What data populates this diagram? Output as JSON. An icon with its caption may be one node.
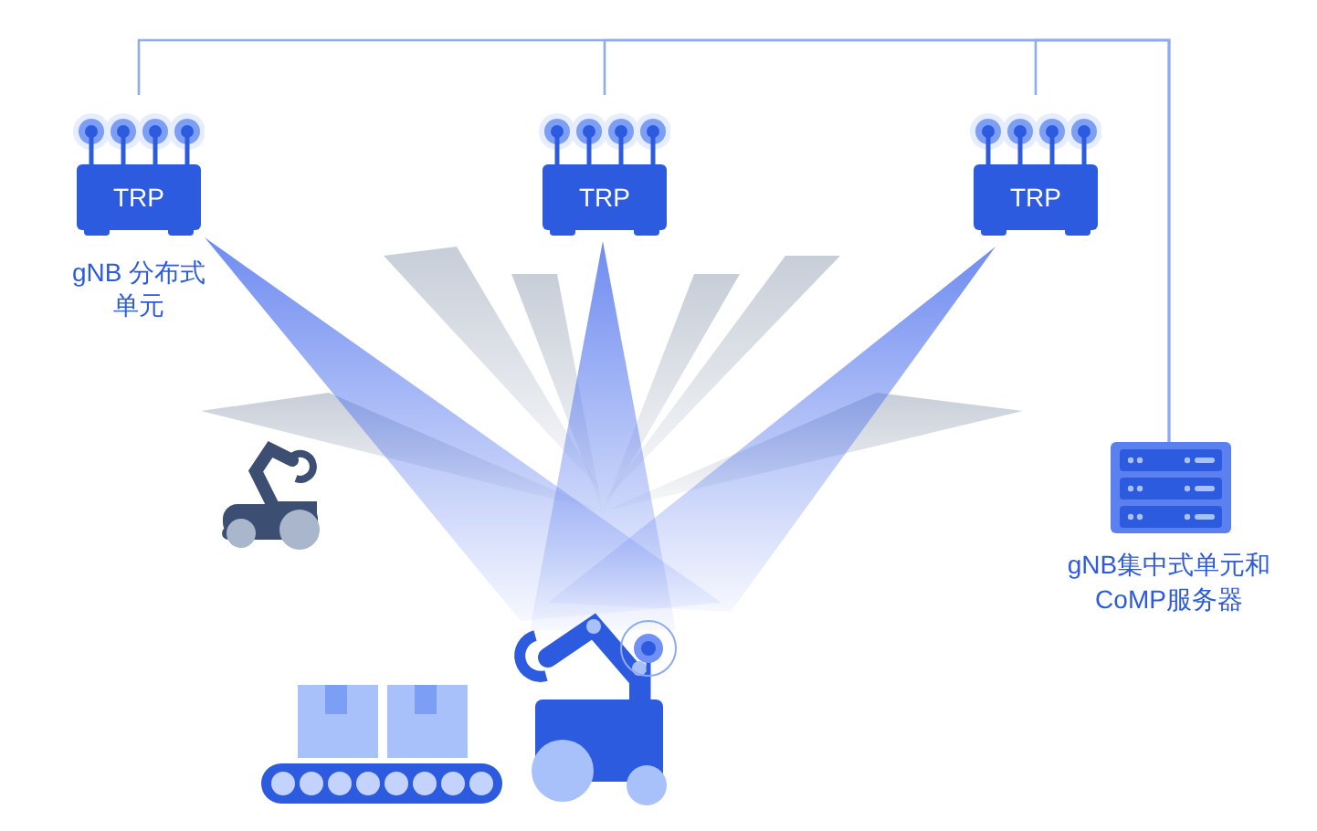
{
  "diagram": {
    "nodes": [
      {
        "text": [
          "TRP"
        ],
        "beside": [
          "gNB 分布式单元"
        ]
      },
      {
        "text": [
          "TRP"
        ]
      },
      {
        "text": [
          "TRP"
        ]
      },
      {
        "text": [
          "gNB集中式单元和CoMP服务器"
        ]
      }
    ],
    "edges": [
      {
        "from": 0,
        "to": 3,
        "arrow": "none"
      },
      {
        "from": 1,
        "to": 3,
        "arrow": "none"
      },
      {
        "from": 2,
        "to": 3,
        "arrow": "none"
      }
    ]
  }
}
